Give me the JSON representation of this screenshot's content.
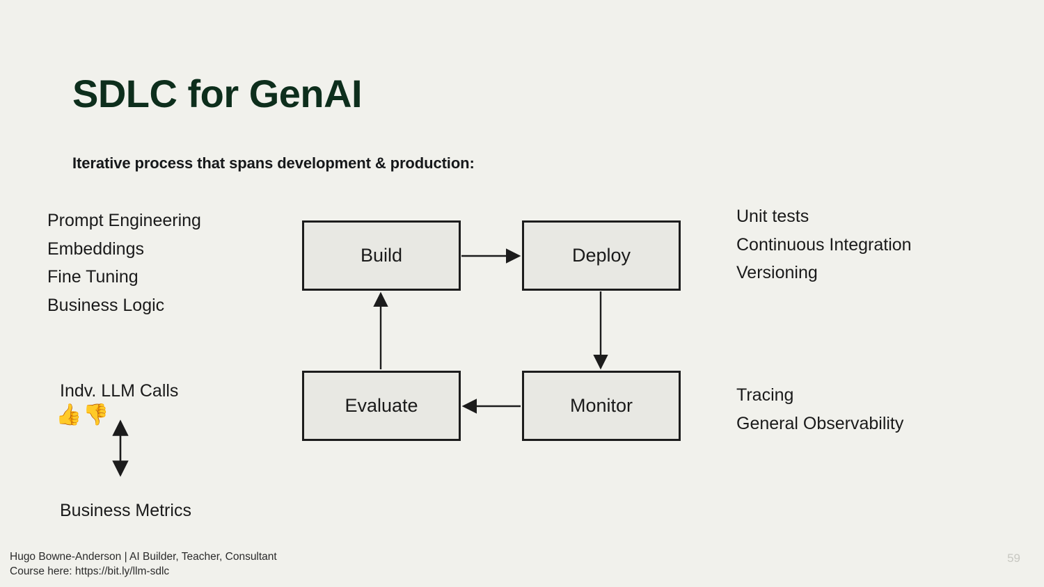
{
  "slide": {
    "background_color": "#f1f1ec",
    "title": "SDLC for GenAI",
    "title_color": "#0d2e1c",
    "subtitle": "Iterative process that spans development & production:",
    "page_number": "59"
  },
  "left_column": {
    "development_items": [
      "Prompt Engineering",
      "Embeddings",
      "Fine Tuning",
      "Business Logic"
    ],
    "eval_label": "Indv. LLM Calls",
    "emoji": {
      "thumbs_up": "👍",
      "thumbs_down": "👎"
    },
    "business_metrics": "Business Metrics"
  },
  "right_column": {
    "production_items": [
      "Unit tests",
      "Continuous Integration",
      "Versioning"
    ],
    "observability_items": [
      "Tracing",
      "General Observability"
    ]
  },
  "diagram": {
    "type": "cycle-flow",
    "node_fill": "#e8e8e3",
    "node_border": "#1c1c1c",
    "nodes": [
      {
        "id": "build",
        "label": "Build"
      },
      {
        "id": "deploy",
        "label": "Deploy"
      },
      {
        "id": "evaluate",
        "label": "Evaluate"
      },
      {
        "id": "monitor",
        "label": "Monitor"
      }
    ],
    "edges": [
      {
        "from": "build",
        "to": "deploy",
        "direction": "right"
      },
      {
        "from": "deploy",
        "to": "monitor",
        "direction": "down"
      },
      {
        "from": "monitor",
        "to": "evaluate",
        "direction": "left"
      },
      {
        "from": "evaluate",
        "to": "build",
        "direction": "up"
      }
    ],
    "standalone_arrow": {
      "style": "double-headed",
      "orientation": "vertical"
    }
  },
  "footer": {
    "line1": "Hugo Bowne-Anderson | AI Builder, Teacher, Consultant",
    "line2": "Course here: https://bit.ly/llm-sdlc"
  }
}
